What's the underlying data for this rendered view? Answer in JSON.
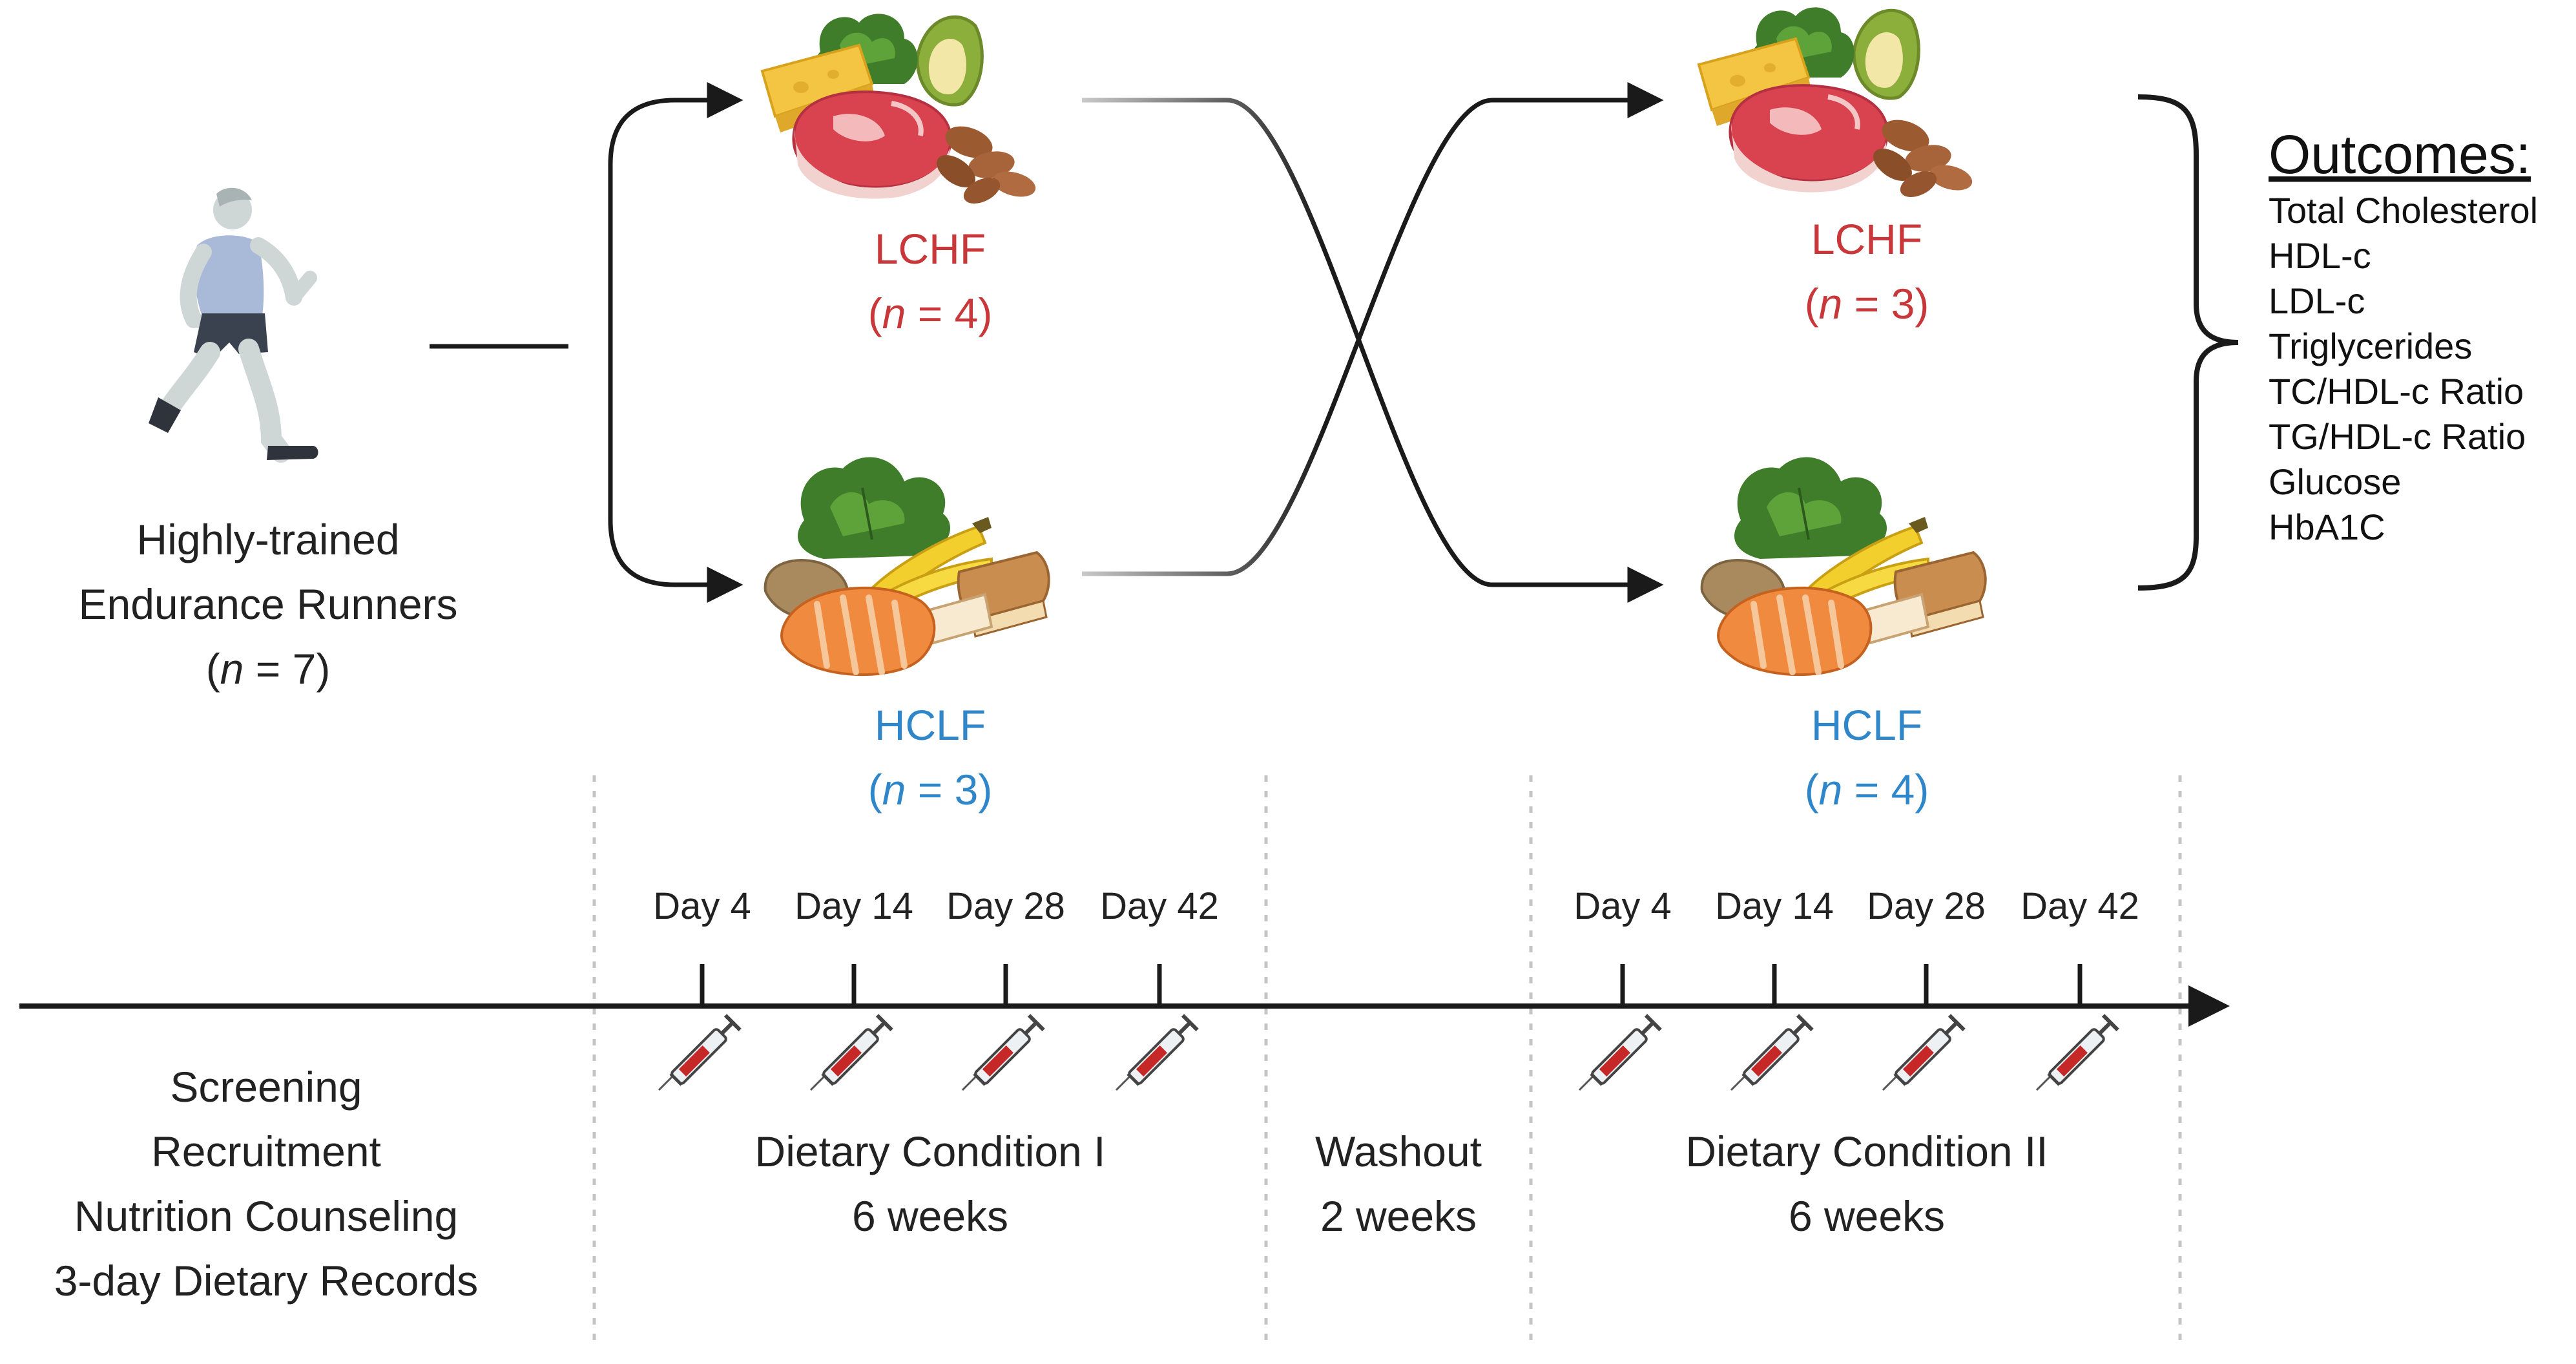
{
  "participants": {
    "line1": "Highly-trained",
    "line2": "Endurance Runners",
    "n_open": "(",
    "n_symbol": "n",
    "n_value": " = 7)"
  },
  "period1": {
    "lchf": {
      "label": "LCHF",
      "n_open": "(",
      "n_symbol": "n",
      "n_value": " = 4)"
    },
    "hclf": {
      "label": "HCLF",
      "n_open": "(",
      "n_symbol": "n",
      "n_value": " = 3)"
    }
  },
  "period2": {
    "lchf": {
      "label": "LCHF",
      "n_open": "(",
      "n_symbol": "n",
      "n_value": " = 3)"
    },
    "hclf": {
      "label": "HCLF",
      "n_open": "(",
      "n_symbol": "n",
      "n_value": " = 4)"
    }
  },
  "outcomes": {
    "title": "Outcomes:",
    "items": [
      "Total Cholesterol",
      "HDL-c",
      "LDL-c",
      "Triglycerides",
      "TC/HDL-c Ratio",
      "TG/HDL-c Ratio",
      "Glucose",
      "HbA1C"
    ]
  },
  "timeline": {
    "condition1_days": [
      "Day 4",
      "Day 14",
      "Day 28",
      "Day 42"
    ],
    "condition2_days": [
      "Day 4",
      "Day 14",
      "Day 28",
      "Day 42"
    ],
    "screening": [
      "Screening",
      "Recruitment",
      "Nutrition Counseling",
      "3-day Dietary Records"
    ],
    "condition1": [
      "Dietary Condition I",
      "6 weeks"
    ],
    "washout": [
      "Washout",
      "2 weeks"
    ],
    "condition2": [
      "Dietary Condition II",
      "6 weeks"
    ]
  },
  "icons": {
    "runner": "runner-icon",
    "lchf_food": "high-fat-food-icon",
    "hclf_food": "high-carb-food-icon",
    "blood_draw": "syringe-icon"
  },
  "colors": {
    "lchf": "#c8383a",
    "hclf": "#2f86c8",
    "ink": "#222222"
  }
}
